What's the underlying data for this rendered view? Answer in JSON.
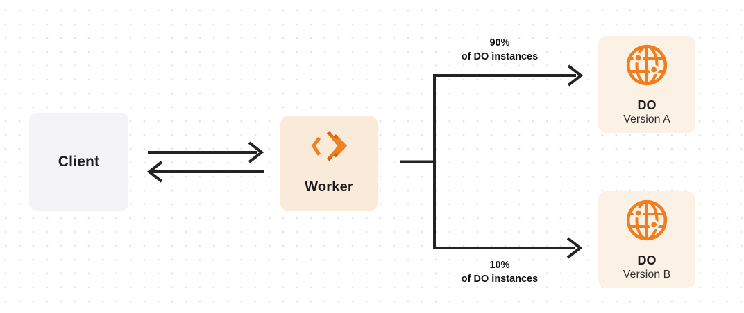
{
  "diagram": {
    "client": {
      "label": "Client",
      "bg": "#f4f4f6"
    },
    "worker": {
      "label": "Worker",
      "bg": "#f9eada",
      "icon": "cloudflare-workers-icon"
    },
    "routes": [
      {
        "percent": "90%",
        "caption": "of DO instances",
        "target": "DO Version A"
      },
      {
        "percent": "10%",
        "caption": "of DO instances",
        "target": "DO Version B"
      }
    ],
    "do_nodes": [
      {
        "title": "DO",
        "subtitle": "Version A",
        "icon": "durable-object-globe-icon",
        "bg": "#fbf1e4"
      },
      {
        "title": "DO",
        "subtitle": "Version B",
        "icon": "durable-object-globe-icon",
        "bg": "#fbf1e4"
      }
    ],
    "colors": {
      "accent_orange": "#f08122",
      "accent_orange_dark": "#c65f07",
      "line_dark": "#232323",
      "text_dark": "#1d1d1d",
      "dot_grid": "#e4e4e6"
    }
  }
}
